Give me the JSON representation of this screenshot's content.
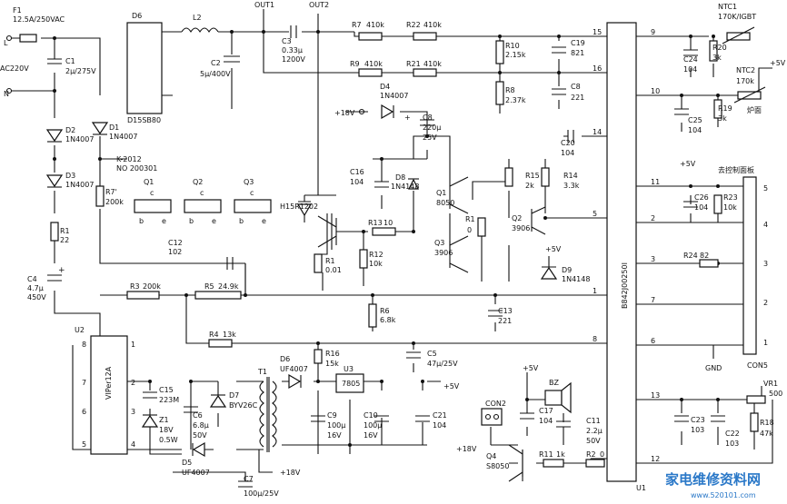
{
  "terminals": {
    "L": "L",
    "N": "N",
    "AC": "AC220V",
    "OUT1": "OUT1",
    "OUT2": "OUT2",
    "plus18": "+18V",
    "plus5": "+5V",
    "gnd": "GND"
  },
  "fuse": {
    "ref": "F1",
    "value": "12.5A/250VAC"
  },
  "bridge": {
    "ref": "D6",
    "part": "D15SB80"
  },
  "inductor": {
    "ref": "L2"
  },
  "caps": {
    "C1": [
      "C1",
      "2μ/275V"
    ],
    "C2": [
      "C2",
      "5μ/400V"
    ],
    "C3": [
      "C3",
      "0.33μ",
      "1200V"
    ],
    "C4": [
      "C4",
      "4.7μ",
      "450V"
    ],
    "C5": [
      "C5",
      "47μ/25V"
    ],
    "C6": [
      "C6",
      "6.8μ",
      "50V"
    ],
    "C7": [
      "C7",
      "100μ/25V"
    ],
    "C8": [
      "C8",
      "221"
    ],
    "C8b": [
      "C8",
      "220μ",
      "25V"
    ],
    "C9": [
      "C9",
      "100μ",
      "16V"
    ],
    "C10": [
      "C10",
      "100μ",
      "16V"
    ],
    "C11": [
      "C11",
      "2.2μ",
      "50V"
    ],
    "C12": [
      "C12",
      "102"
    ],
    "C13": [
      "C13",
      "221"
    ],
    "C15": [
      "C15",
      "223M"
    ],
    "C16": [
      "C16",
      "104"
    ],
    "C17": [
      "C17",
      "104"
    ],
    "C19": [
      "C19",
      "821"
    ],
    "C20": [
      "C20",
      "104"
    ],
    "C21": [
      "C21",
      "104"
    ],
    "C22": [
      "C22",
      "103"
    ],
    "C23": [
      "C23",
      "103"
    ],
    "C24": [
      "C24",
      "104"
    ],
    "C25": [
      "C25",
      "104"
    ],
    "C26": [
      "C26",
      "104"
    ]
  },
  "resistors": {
    "R1a": [
      "R1",
      "22"
    ],
    "R1b": [
      "R1",
      "0.01"
    ],
    "R1c": [
      "R1",
      "0"
    ],
    "R2": [
      "R2",
      "0"
    ],
    "R3": [
      "R3",
      "200k"
    ],
    "R4": [
      "R4",
      "13k"
    ],
    "R5": [
      "R5",
      "24.9k"
    ],
    "R6": [
      "R6",
      "6.8k"
    ],
    "R7": [
      "R7",
      "410k"
    ],
    "R7b": [
      "R7'",
      "200k"
    ],
    "R8": [
      "R8",
      "2.37k"
    ],
    "R9": [
      "R9",
      "410k"
    ],
    "R10": [
      "R10",
      "2.15k"
    ],
    "R11": [
      "R11",
      "1k"
    ],
    "R12": [
      "R12",
      "10k"
    ],
    "R13": [
      "R13",
      "10"
    ],
    "R14": [
      "R14",
      "3.3k"
    ],
    "R15": [
      "R15",
      "2k"
    ],
    "R16": [
      "R16",
      "15k"
    ],
    "R18": [
      "R18",
      "47k"
    ],
    "R19": [
      "R19",
      "3k"
    ],
    "R20": [
      "R20",
      "3k"
    ],
    "R21": [
      "R21",
      "410k"
    ],
    "R22": [
      "R22",
      "410k"
    ],
    "R23": [
      "R23",
      "10k"
    ],
    "R24": [
      "R24",
      "82"
    ]
  },
  "diodes": {
    "D1": [
      "D1",
      "1N4007"
    ],
    "D2": [
      "D2",
      "1N4007"
    ],
    "D3": [
      "D3",
      "1N4007"
    ],
    "D4": [
      "D4",
      "1N4007"
    ],
    "D5": [
      "D5",
      "UF4007"
    ],
    "D6": [
      "D6",
      "UF4007"
    ],
    "D7": [
      "D7",
      "BYV26C"
    ],
    "D8": [
      "D8",
      "1N4148"
    ],
    "D9": [
      "D9",
      "1N4148"
    ],
    "Z1": [
      "Z1",
      "18V",
      "0.5W"
    ]
  },
  "transistors": {
    "Q1": [
      "Q1",
      "8050"
    ],
    "Q2": [
      "Q2",
      "3906"
    ],
    "Q3": [
      "Q3",
      "3906"
    ],
    "Q4": [
      "Q4",
      "S8050"
    ],
    "IGBT": "H15R1202"
  },
  "igbt_pinout": {
    "title": "K-2012",
    "subtitle": "NO 200301",
    "Q1": "Q1",
    "Q2": "Q2",
    "Q3": "Q3",
    "c": "c",
    "b": "b",
    "e": "e"
  },
  "ntc": {
    "ntc1": [
      "NTC1",
      "170K/IGBT"
    ],
    "ntc2": [
      "NTC2",
      "170k"
    ],
    "pan": "炉面"
  },
  "ics": {
    "U1": "U1",
    "U1_part": "B842J00250I",
    "U2": "U2",
    "U2_part": "VIPer12A",
    "U3": "U3",
    "U3_part": "7805"
  },
  "transformer": {
    "ref": "T1"
  },
  "buzzer": {
    "ref": "BZ"
  },
  "connectors": {
    "con2": "CON2",
    "con5": "CON5",
    "panel": "去控制面板"
  },
  "vr1": [
    "VR1",
    "500"
  ],
  "u1_pins": [
    "15",
    "16",
    "14",
    "5",
    "1",
    "8",
    "9",
    "10",
    "11",
    "2",
    "3",
    "7",
    "6",
    "13",
    "12"
  ],
  "u2_pins": [
    "8",
    "7",
    "6",
    "5",
    "1",
    "2",
    "3",
    "4"
  ],
  "con5_pins": [
    "5",
    "4",
    "3",
    "2",
    "1"
  ],
  "watermark": {
    "cn": "家电维修资料网",
    "url": "www.520101.com"
  }
}
